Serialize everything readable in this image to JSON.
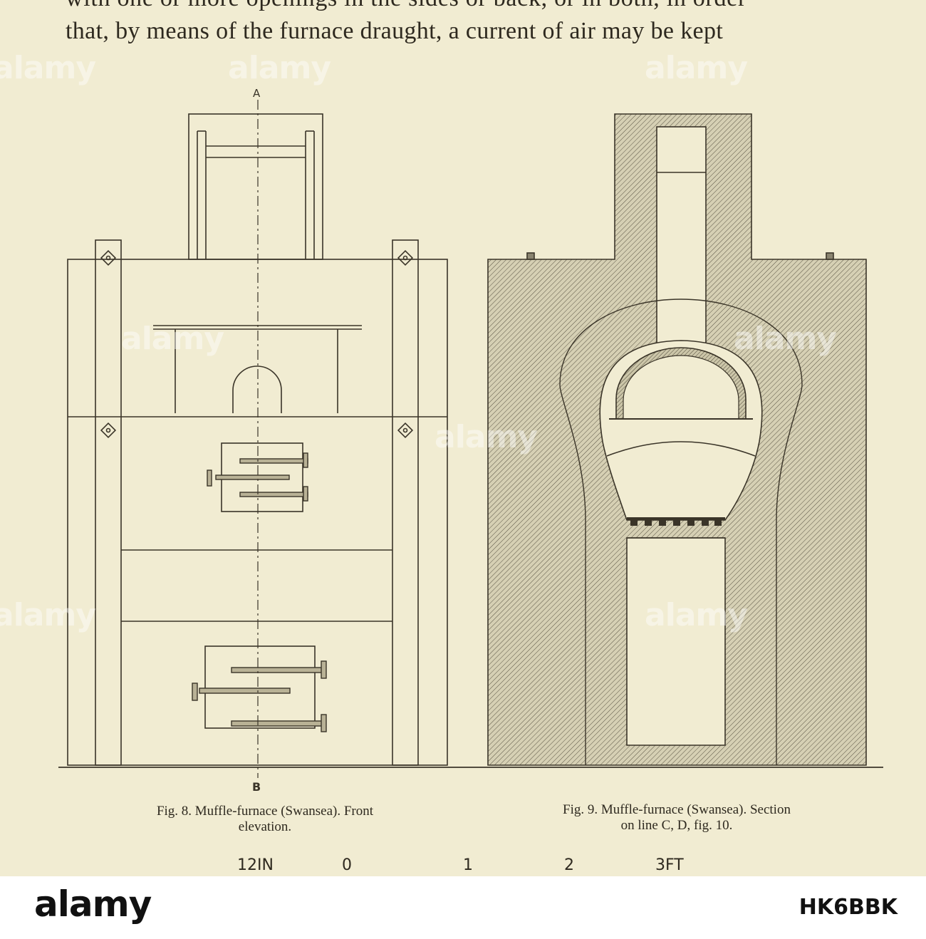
{
  "body_text": {
    "line_1": "with one or more openings in the sides or back, or in both, in order",
    "line_2": "that, by means of the furnace draught, a current of air may be kept"
  },
  "fig8": {
    "label_top": "A",
    "label_bottom": "B",
    "caption_line_1": "Fig. 8. Muffle-furnace (Swansea).  Front",
    "caption_line_2": "elevation."
  },
  "fig9": {
    "caption_line_1": "Fig. 9. Muffle-furnace (Swansea).  Section",
    "caption_line_2": "on line C, D, fig. 10."
  },
  "scale": {
    "marks": [
      "12IN",
      "0",
      "1",
      "2",
      "3FT"
    ]
  },
  "footer": {
    "logo": "alamy",
    "image_id": "HK6BBK"
  },
  "watermark": {
    "text": "alamy"
  }
}
